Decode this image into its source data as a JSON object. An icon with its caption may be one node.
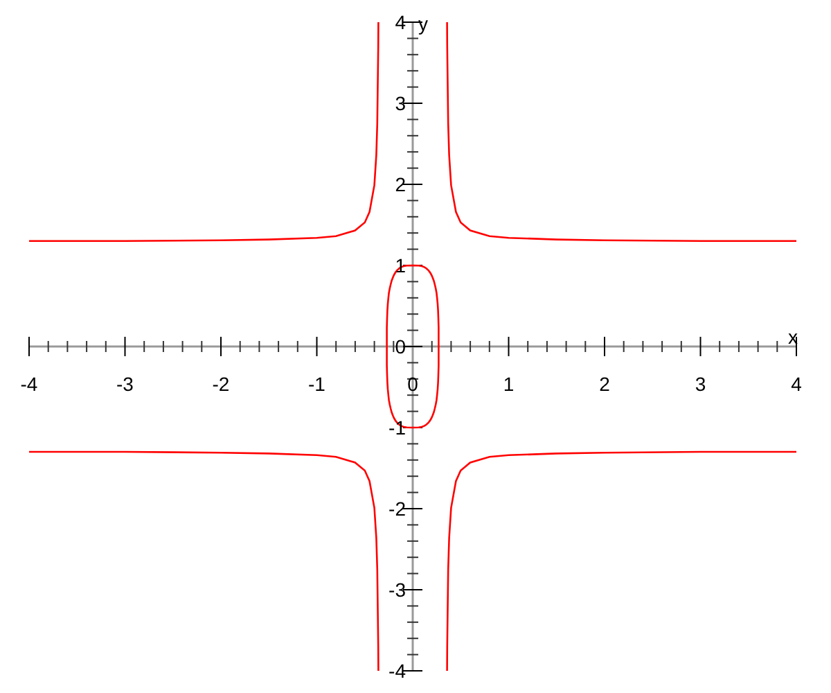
{
  "diagram": {
    "chart_data": {
      "type": "line",
      "xlabel": "x",
      "ylabel": "y",
      "xlim": [
        -4,
        4
      ],
      "ylim": [
        -4,
        4
      ],
      "xticks": [
        -4,
        -3,
        -2,
        -1,
        0,
        1,
        2,
        3,
        4
      ],
      "yticks": [
        -4,
        -3,
        -2,
        -1,
        0,
        1,
        2,
        3,
        4
      ],
      "series": [
        {
          "color": "#ff0000",
          "x": [
            0.358,
            0.36,
            0.37,
            0.38,
            0.4,
            0.45,
            0.5,
            0.6,
            0.8,
            1,
            1.5,
            2,
            3,
            4
          ],
          "values": [
            4,
            3.7,
            2.75,
            2.36,
            1.99,
            1.66,
            1.53,
            1.43,
            1.36,
            1.34,
            1.32,
            1.31,
            1.3,
            1.3
          ]
        },
        {
          "color": "#ff0000",
          "x": [
            -4,
            -3,
            -2,
            -1.5,
            -1,
            -0.8,
            -0.6,
            -0.5,
            -0.45,
            -0.4,
            -0.38,
            -0.37,
            -0.36,
            -0.358
          ],
          "values": [
            1.3,
            1.3,
            1.31,
            1.32,
            1.34,
            1.36,
            1.43,
            1.53,
            1.66,
            1.99,
            2.36,
            2.75,
            3.7,
            4
          ]
        },
        {
          "color": "#ff0000",
          "x": [
            0.358,
            0.36,
            0.37,
            0.38,
            0.4,
            0.45,
            0.5,
            0.6,
            0.8,
            1,
            1.5,
            2,
            3,
            4
          ],
          "values": [
            -4,
            -3.7,
            -2.75,
            -2.36,
            -1.99,
            -1.66,
            -1.53,
            -1.43,
            -1.36,
            -1.34,
            -1.32,
            -1.31,
            -1.3,
            -1.3
          ]
        },
        {
          "color": "#ff0000",
          "x": [
            -4,
            -3,
            -2,
            -1.5,
            -1,
            -0.8,
            -0.6,
            -0.5,
            -0.45,
            -0.4,
            -0.38,
            -0.37,
            -0.36,
            -0.358
          ],
          "values": [
            -1.3,
            -1.3,
            -1.31,
            -1.32,
            -1.34,
            -1.36,
            -1.43,
            -1.53,
            -1.66,
            -1.99,
            -2.36,
            -2.75,
            -3.7,
            -4
          ]
        }
      ]
    }
  }
}
